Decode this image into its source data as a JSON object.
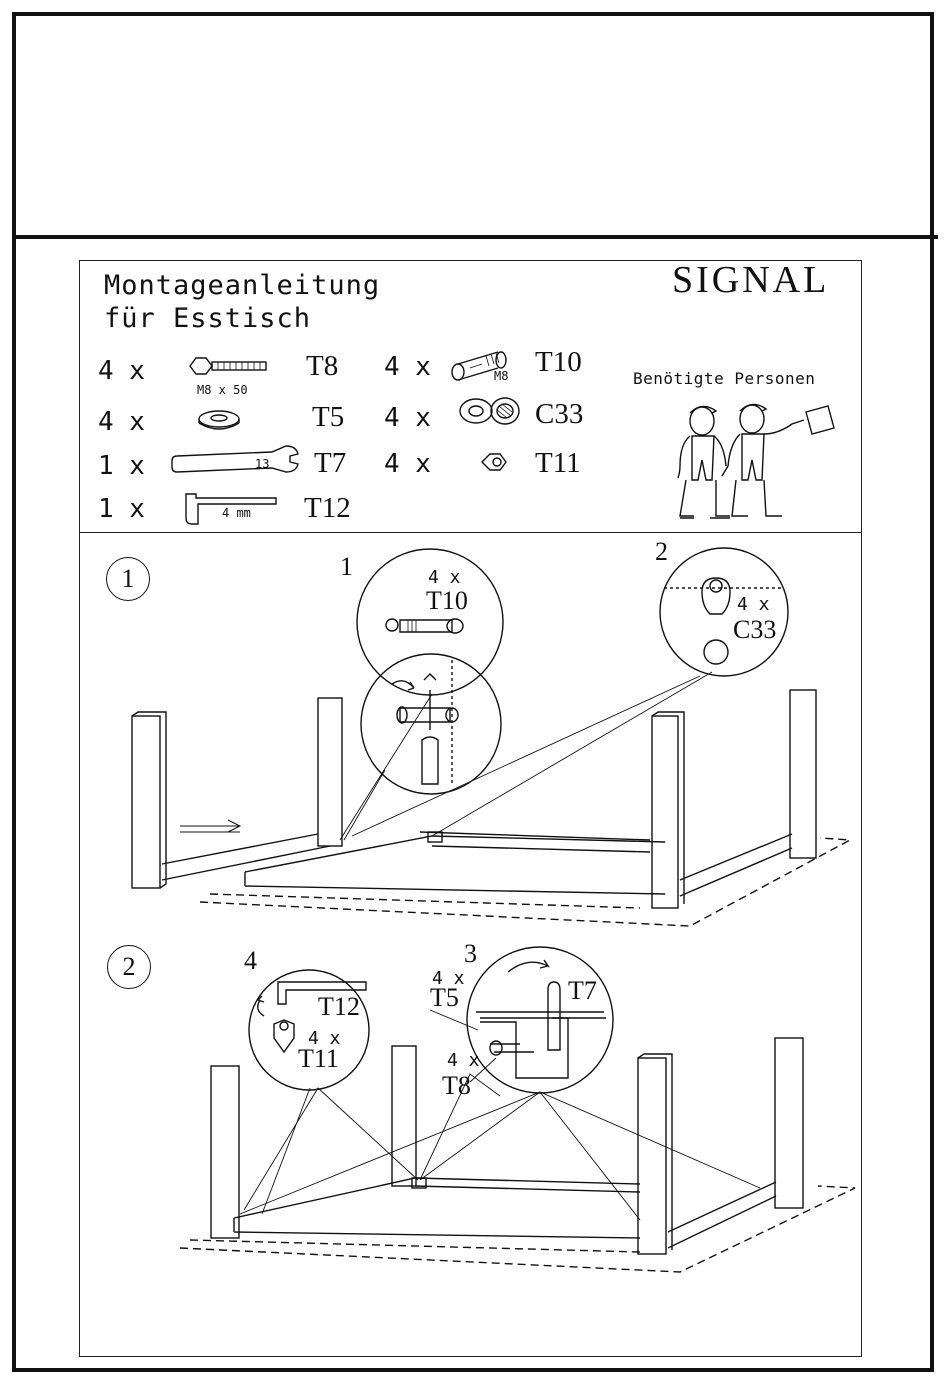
{
  "document": {
    "title_line1": "Montageanleitung",
    "title_line2": "für Esstisch",
    "brand": "SIGNAL",
    "persons_label": "Benötigte Personen"
  },
  "parts": [
    {
      "qty": "4 x",
      "code": "T8",
      "label": "M8 x 50",
      "icon": "bolt-icon"
    },
    {
      "qty": "4 x",
      "code": "T5",
      "label": "",
      "icon": "washer-icon"
    },
    {
      "qty": "1 x",
      "code": "T7",
      "label": "13",
      "icon": "wrench-icon"
    },
    {
      "qty": "1 x",
      "code": "T12",
      "label": "4 mm",
      "icon": "allen-key-icon"
    },
    {
      "qty": "4 x",
      "code": "T10",
      "label": "M8",
      "icon": "connector-bolt-icon"
    },
    {
      "qty": "4 x",
      "code": "C33",
      "label": "",
      "icon": "cam-nut-icon"
    },
    {
      "qty": "4 x",
      "code": "T11",
      "label": "",
      "icon": "insert-nut-icon"
    }
  ],
  "steps": [
    {
      "number": "1",
      "callouts": [
        {
          "number": "1",
          "qty": "4 x",
          "code": "T10"
        },
        {
          "number": "2",
          "qty": "4 x",
          "code": "C33"
        }
      ]
    },
    {
      "number": "2",
      "callouts": [
        {
          "number": "4",
          "code1": "T12",
          "qty": "4 x",
          "code2": "T11"
        },
        {
          "number": "3",
          "qty_a": "4 x",
          "code_a": "T5",
          "code_b": "T7",
          "qty_c": "4 x",
          "code_c": "T8"
        }
      ]
    }
  ]
}
